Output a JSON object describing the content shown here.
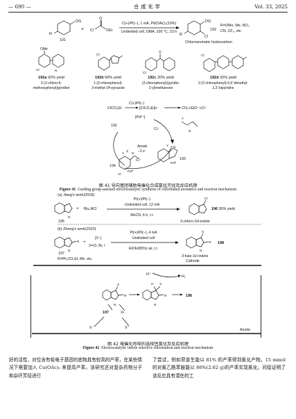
{
  "header": {
    "page": "— 690 —",
    "journal": "合成化学",
    "volume": "Vol. 33, 2025"
  },
  "figure41": {
    "caption_cn": "图 41   导向基团辅助电催化合成氯化芳烃及反应机理",
    "caption_en_label": "Figure 41",
    "caption_en": "Guiding group-assisted electrocatalytic synthesis of chlorinated aromatics and reaction mechanism",
    "top": {
      "r_label": "R",
      "dg": "DG",
      "reagent_label": "OEt",
      "reagent_o": "O",
      "cl_atom": "Cl",
      "conditions1": "C(+)/Pt(−), 1 mA, Pd(OAc)₂(10%)",
      "conditions2": "Undivided cell, DMA, 100 °C, 23 h",
      "sm_num": "191",
      "product_num": "192",
      "product_name": "Chloroaromatic hydrocarbon",
      "r_options1": "R=OMe, Me, NO₂",
      "r_options2": "CN, CF₃, etc."
    },
    "examples": [
      {
        "label": "192a",
        "yield": " 92% yield",
        "name1": "2-(2-chloro-6-",
        "name2": "methoxyphenyl)pyridine",
        "sub": "OMe"
      },
      {
        "label": "192b",
        "yield": " 60% yield",
        "name1": "1-(2-chlorophenyl)-",
        "name2": "3-methyl-1H-pyrazole",
        "sub": "Cl"
      },
      {
        "label": "192c",
        "yield": " 20% yield",
        "name1": "(2-chlorophenyl)(pyridin-",
        "name2": "2-yl)methanone",
        "sub": "O"
      },
      {
        "label": "192d",
        "yield": " 32% yield",
        "name1": "2-(2-chlorophenyl)-6,6'-dimethyl-",
        "name2": "2,2'-bipyridine",
        "sub": "Cl"
      }
    ],
    "mechanism": {
      "top_left": "ClCO₂Et",
      "top_cond": "C(+)/Pt(−)",
      "top_mid": "[ClCO₂Et]•⁻",
      "top_right": "CO₂+EtO⁻+Cl⁻",
      "pd_cat": "[Pd²⁺]",
      "pd_ii": "Pdᴵᴵ",
      "pd_iv": "Pdᴵⱽ",
      "cl_minus": "Cl⁻",
      "anode1": "Anode",
      "anode2": "−2 e⁻",
      "n_atom": "N",
      "y_atom": "Y",
      "x_atom": "X",
      "int193": "193",
      "int194": "194",
      "prod192": "192"
    }
  },
  "figure42": {
    "caption_cn": "图 42   电催化吲哚的选择性氯化及反应机理",
    "caption_en_label": "Figure 42",
    "caption_en": "Electrocatalytic indole selective chlorination and reaction mechanism",
    "part_a": {
      "title": "(a) Jiang's work(2018)",
      "reagent": "ⁿBu₄NCl",
      "cond1": "Pt(+)/Pt(−)",
      "cond2": "Undivided cell, 12 mA",
      "cond3": "MeCN, 6 h, r.t.",
      "sm": "195",
      "nh": "N",
      "product": "196",
      "yield": " 30% yield",
      "product_name": "3-chloro-1H-indole",
      "cl_atom": "Cl"
    },
    "part_b": {
      "title": "(b) Zheng's work(2023)",
      "reagent1": "[X⁻]",
      "reagent2": "X=Cl, Br, I",
      "cond1": "Pt(+)/Pt(−), 4 mA",
      "cond2": "Undivided cell",
      "cond3": "EtOH(95%) air, r.t.",
      "sm": "197",
      "nh": "N",
      "r_opts": "R=Ph,CO₂Et, Me, etc.",
      "product": "198",
      "product_name": "3-halo-1H-indole",
      "cathode": "Cathode",
      "r_atom": "R",
      "x_atom": "X"
    },
    "mech": {
      "h_plus": "H⁺",
      "h2": "H₂",
      "anode": "Anode",
      "x_minus": "X⁻",
      "x_plus": "X⁺",
      "x_radical": "X•",
      "sm": "197",
      "prod": "198",
      "r_atom": "R",
      "x_atom": "X",
      "n_atom": "N",
      "h_atom": "H"
    }
  },
  "body": {
    "left": "好的活性，对位含有吸电子基团的底物具有较高的产率，在某些情况下需要加入 Cu(OAc)₂ 来提高产率。该研究还对复杂药物分子和杂环芳烃进行",
    "right": "了尝试，例如菲普生能以 81% 的产率得到氯化产物。15 mmol 的对氯乙酰苯胺能以 86%(2.62 g)的产率实现氯化，间接证明了该反应具有潜在的工"
  }
}
